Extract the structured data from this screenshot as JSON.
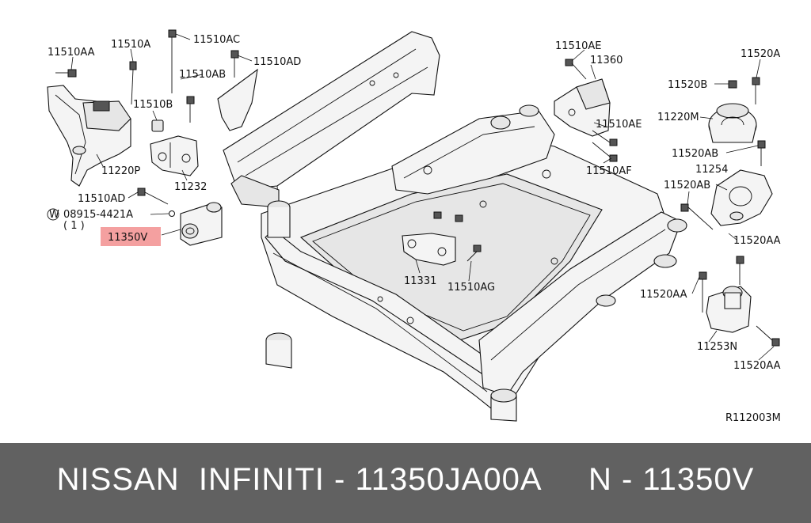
{
  "labels": {
    "p11510AA_a": "11510AA",
    "p11510A": "11510A",
    "p11510AC": "11510AC",
    "p11510AD_a": "11510AD",
    "p11510AB": "11510AB",
    "p11510B": "11510B",
    "p11220P": "11220P",
    "p11232": "11232",
    "p11510AD_b": "11510AD",
    "washer": "08915-4421A",
    "washer_qty": "( 1 )",
    "washer_mark": "W",
    "p11350V": "11350V",
    "p11510AE_a": "11510AE",
    "p11360": "11360",
    "p11510AE_b": "11510AE",
    "p11510AF": "11510AF",
    "p11520A": "11520A",
    "p11520B": "11520B",
    "p11220M": "11220M",
    "p11520AB_a": "11520AB",
    "p11254": "11254",
    "p11520AB_b": "11520AB",
    "p11520AA_a": "11520AA",
    "p11520AA_b": "11520AA",
    "p11253N": "11253N",
    "p11520AA_c": "11520AA",
    "p11331": "11331",
    "p11510AG": "11510AG",
    "ref": "R112003M"
  },
  "highlight_color": "#f4a0a0",
  "footer": {
    "text": "NISSAN  INFINITI - 11350JA00A     N - 11350V"
  }
}
